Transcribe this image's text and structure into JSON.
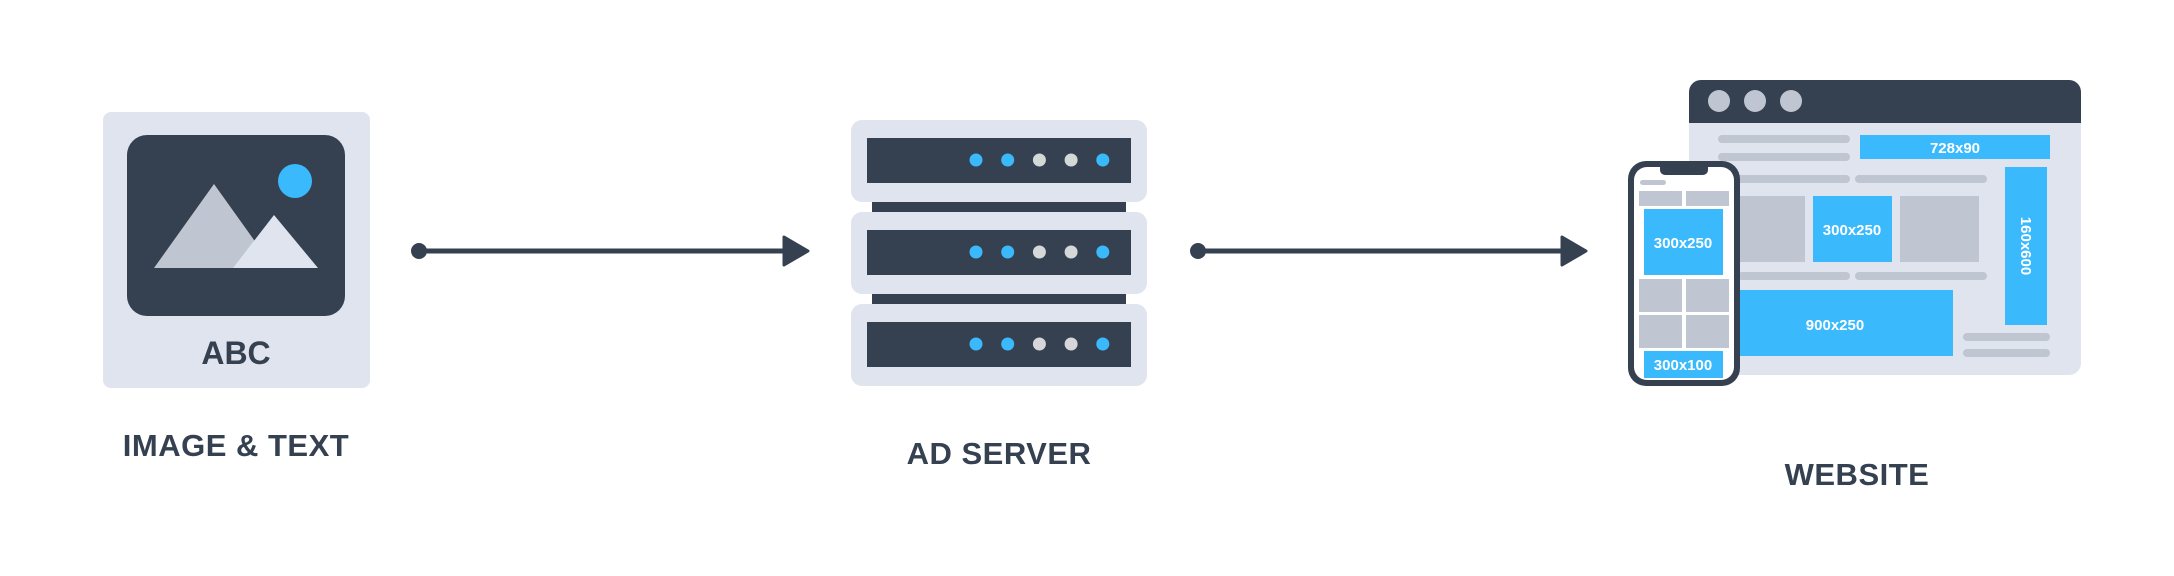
{
  "diagram": {
    "nodes": [
      {
        "id": "image-text",
        "label": "IMAGE & TEXT",
        "icon": "image-card-icon",
        "card_text": "ABC"
      },
      {
        "id": "ad-server",
        "label": "AD SERVER",
        "icon": "server-rack-icon",
        "units": 3,
        "leds": [
          "blue",
          "blue",
          "gray",
          "gray",
          "blue"
        ]
      },
      {
        "id": "website",
        "label": "WEBSITE",
        "icon": "browser-and-phone-icon"
      }
    ],
    "edges": [
      {
        "from": "image-text",
        "to": "ad-server"
      },
      {
        "from": "ad-server",
        "to": "website"
      }
    ],
    "desktop_ads": [
      "728x90",
      "300x250",
      "160x600",
      "900x250"
    ],
    "mobile_ads": [
      "300x250",
      "300x100"
    ]
  },
  "colors": {
    "dark": "#354150",
    "light": "#dfe4ee",
    "accent": "#3ab9fc",
    "gray": "#bfc6d1",
    "led_gray": "#d6d7d9"
  }
}
